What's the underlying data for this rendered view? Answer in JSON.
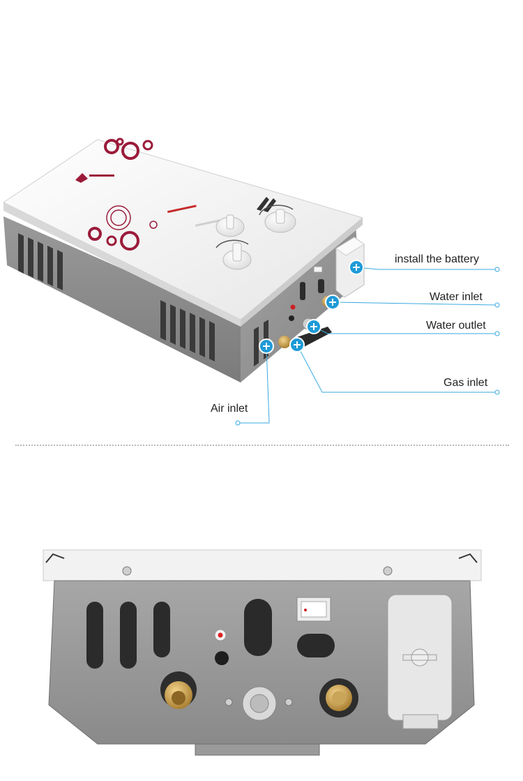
{
  "callouts": {
    "battery": "install the battery",
    "water_inlet": "Water inlet",
    "water_outlet": "Water outlet",
    "gas_inlet": "Gas inlet",
    "air_inlet": "Air inlet"
  },
  "colors": {
    "accent": "#1e9bd7",
    "callout_line": "#3aa9e0",
    "circle_red": "#9b1b3a",
    "housing_gray": "#8d8d8d",
    "panel_white": "#f4f4f4"
  },
  "icons": [
    "plus-marker-icon",
    "line-end-dot-icon"
  ]
}
